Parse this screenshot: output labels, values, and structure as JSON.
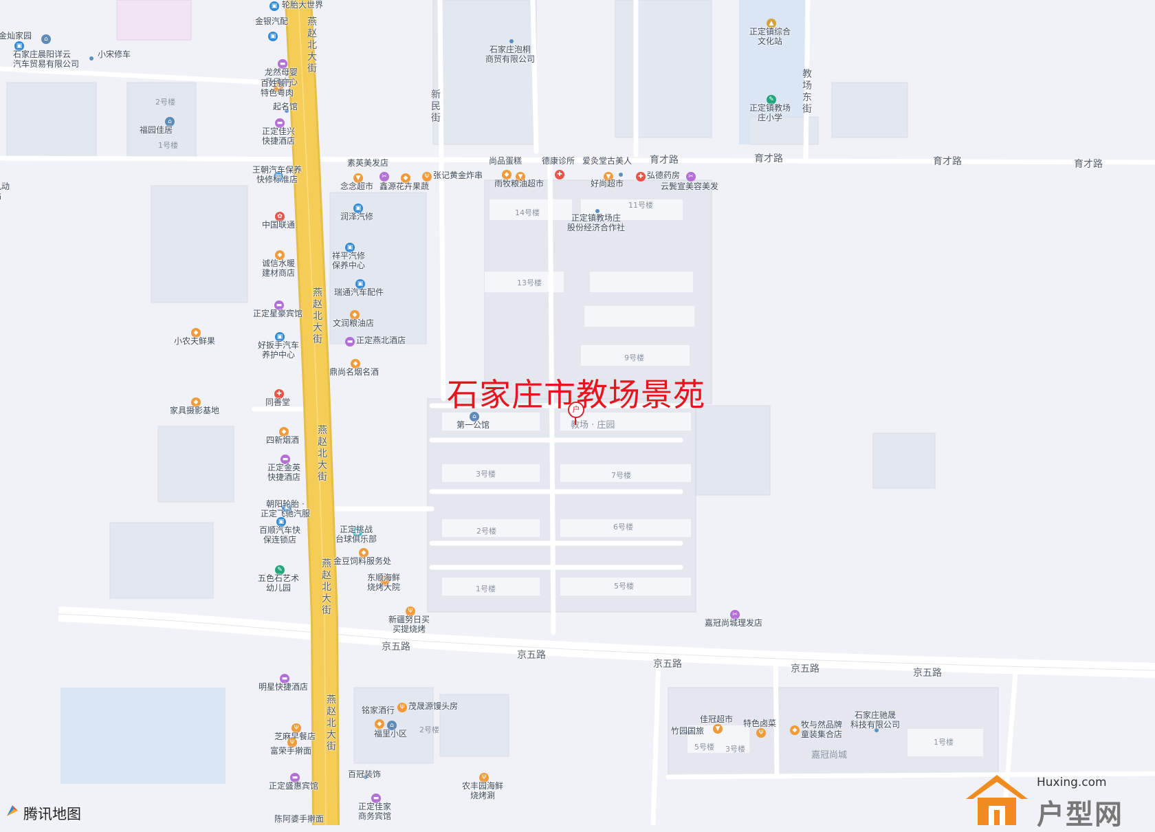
{
  "title": "石家庄市教场景苑",
  "marker": {
    "glyph": "户",
    "color": "#d0242a"
  },
  "map_provider": {
    "name": "腾讯地图"
  },
  "watermark": {
    "url": "Huxing.com",
    "brand": "户型网"
  },
  "colors": {
    "background": "#f0f2f7",
    "block": "#e3e7ef",
    "main_road": "#f5cc55",
    "water": "#dbe6f4",
    "title": "#e6141d"
  },
  "roads": {
    "horizontal": [
      "育才路",
      "育才路",
      "育才路",
      "育才路",
      "京五路",
      "京五路",
      "京五路",
      "京五路",
      "京五路"
    ],
    "vertical": [
      "燕赵北大街",
      "燕赵北大街",
      "燕赵北大街",
      "燕赵北大街",
      "燕赵北大街",
      "新民街",
      "教场东街"
    ]
  },
  "buildings": [
    "2号楼",
    "1号楼",
    "14号楼",
    "11号楼",
    "13号楼",
    "9号楼",
    "3号楼",
    "7号楼",
    "2号楼",
    "6号楼",
    "1号楼",
    "5号楼",
    "2号楼",
    "5号楼",
    "3号楼",
    "1号楼",
    "教场 · 庄园",
    "嘉冠尚城"
  ],
  "pois": [
    {
      "name": "轮胎大世界",
      "icon": "car-service-icon",
      "color": "#2f8ad8"
    },
    {
      "name": "金灿家园",
      "icon": "residence-icon",
      "color": "#5e8bb5"
    },
    {
      "name": "石家庄晨阳详云\n汽车贸易有限公司",
      "icon": "car-service-icon",
      "color": "#2f8ad8"
    },
    {
      "name": "小宋修车",
      "icon": "dot-icon",
      "color": "#5c8fc0"
    },
    {
      "name": "金银汽配",
      "icon": "car-service-icon",
      "color": "#2f8ad8"
    },
    {
      "name": "龙然母婴\n月子中心",
      "icon": "hotel-icon",
      "color": "#b36fd6"
    },
    {
      "name": "百姓餐厅\n特色粤肉",
      "icon": "restaurant-icon",
      "color": "#f29a38"
    },
    {
      "name": "起名馆",
      "icon": "dot-icon",
      "color": "#5c8fc0"
    },
    {
      "name": "福园佳居",
      "icon": "residence-icon",
      "color": "#5e8bb5"
    },
    {
      "name": "正定佳兴\n快捷酒店",
      "icon": "hotel-icon",
      "color": "#b36fd6"
    },
    {
      "name": "石家庄泡桐\n商贸有限公司",
      "icon": "dot-icon",
      "color": "#5c8fc0"
    },
    {
      "name": "正定镇综合\n文化站",
      "icon": "culture-icon",
      "color": "#d8a236"
    },
    {
      "name": "正定镇教场\n庄小学",
      "icon": "school-icon",
      "color": "#22a77c"
    },
    {
      "name": "素英美发店",
      "icon": "salon-icon",
      "color": "#b36fd6"
    },
    {
      "name": "尚品蛋糕",
      "icon": "shop-icon",
      "color": "#f29a38"
    },
    {
      "name": "德康诊所",
      "icon": "clinic-icon",
      "color": "#e8534a"
    },
    {
      "name": "爱灸堂古美人",
      "icon": "dot-icon",
      "color": "#5c8fc0"
    },
    {
      "name": "王朝汽车保养\n快修标准店",
      "icon": "car-service-icon",
      "color": "#2f8ad8"
    },
    {
      "name": "念念超市",
      "icon": "supermarket-icon",
      "color": "#f29a38"
    },
    {
      "name": "鑫源花卉果蔬",
      "icon": "shop-icon",
      "color": "#f29a38"
    },
    {
      "name": "张记黄金炸串",
      "icon": "restaurant-icon",
      "color": "#f29a38"
    },
    {
      "name": "雨牧粮油超市",
      "icon": "supermarket-icon",
      "color": "#f29a38"
    },
    {
      "name": "好尚超市",
      "icon": "supermarket-icon",
      "color": "#f29a38"
    },
    {
      "name": "弘德药房",
      "icon": "pharmacy-icon",
      "color": "#e8534a"
    },
    {
      "name": "云鬓宣美容美发",
      "icon": "salon-icon",
      "color": "#b36fd6"
    },
    {
      "name": "池机动\n务站",
      "icon": "none",
      "color": ""
    },
    {
      "name": "中国联通",
      "icon": "unicom-icon",
      "color": "#e8534a"
    },
    {
      "name": "润泽汽修",
      "icon": "car-service-icon",
      "color": "#2f8ad8"
    },
    {
      "name": "正定镇教场庄\n股份经济合作社",
      "icon": "dot-icon",
      "color": "#5c8fc0"
    },
    {
      "name": "诚信水暖\n建材商店",
      "icon": "shop-icon",
      "color": "#f29a38"
    },
    {
      "name": "祥平汽修\n保养中心",
      "icon": "car-service-icon",
      "color": "#2f8ad8"
    },
    {
      "name": "瑞通汽车配件",
      "icon": "car-service-icon",
      "color": "#2f8ad8"
    },
    {
      "name": "正定星豪宾馆",
      "icon": "hotel-icon",
      "color": "#b36fd6"
    },
    {
      "name": "文润粮油店",
      "icon": "shop-icon",
      "color": "#f29a38"
    },
    {
      "name": "小农夫鲜果",
      "icon": "shop-icon",
      "color": "#f29a38"
    },
    {
      "name": "好扳手汽车\n养护中心",
      "icon": "car-service-icon",
      "color": "#2f8ad8"
    },
    {
      "name": "正定燕北酒店",
      "icon": "hotel-icon",
      "color": "#b36fd6"
    },
    {
      "name": "鼎尚名烟名酒",
      "icon": "shop-icon",
      "color": "#f29a38"
    },
    {
      "name": "同善堂",
      "icon": "pharmacy-icon",
      "color": "#e8534a"
    },
    {
      "name": "家具摄影基地",
      "icon": "shop-icon",
      "color": "#f29a38"
    },
    {
      "name": "第一公馆",
      "icon": "residence-icon",
      "color": "#5e8bb5"
    },
    {
      "name": "四新烟酒",
      "icon": "shop-icon",
      "color": "#f29a38"
    },
    {
      "name": "正定金英\n快捷酒店",
      "icon": "hotel-icon",
      "color": "#b36fd6"
    },
    {
      "name": "朝阳轮胎 ·\n正定飞驰汽服",
      "icon": "car-service-icon",
      "color": "#2f8ad8"
    },
    {
      "name": "正定挑战\n台球俱乐部",
      "icon": "sport-icon",
      "color": "#2bb2c9"
    },
    {
      "name": "百顺汽车快\n保连锁店",
      "icon": "car-service-icon",
      "color": "#2f8ad8"
    },
    {
      "name": "金豆饲料服务处",
      "icon": "shop-icon",
      "color": "#f29a38"
    },
    {
      "name": "五色石艺术\n幼儿园",
      "icon": "school-icon",
      "color": "#22a77c"
    },
    {
      "name": "东顺海鲜\n烧烤大院",
      "icon": "restaurant-icon",
      "color": "#f29a38"
    },
    {
      "name": "新疆努日买\n买提烧烤",
      "icon": "restaurant-icon",
      "color": "#f29a38"
    },
    {
      "name": "嘉冠尚城理发店",
      "icon": "salon-icon",
      "color": "#b36fd6"
    },
    {
      "name": "明星快捷酒店",
      "icon": "hotel-icon",
      "color": "#b36fd6"
    },
    {
      "name": "茂晟源馒头房",
      "icon": "restaurant-icon",
      "color": "#f29a38"
    },
    {
      "name": "铭家酒行",
      "icon": "shop-icon",
      "color": "#f29a38"
    },
    {
      "name": "芝麻早餐店",
      "icon": "restaurant-icon",
      "color": "#f29a38"
    },
    {
      "name": "富荣手擀面",
      "icon": "restaurant-icon",
      "color": "#f29a38"
    },
    {
      "name": "福里小区",
      "icon": "residence-icon",
      "color": "#5e8bb5"
    },
    {
      "name": "佳冠超市",
      "icon": "supermarket-icon",
      "color": "#f29a38"
    },
    {
      "name": "特色卤菜",
      "icon": "restaurant-icon",
      "color": "#f29a38"
    },
    {
      "name": "竹园国旅",
      "icon": "dot-icon",
      "color": "#5c8fc0"
    },
    {
      "name": "牧与然品牌\n童装集合店",
      "icon": "shop-icon",
      "color": "#f29a38"
    },
    {
      "name": "石家庄驰晟\n科技有限公司",
      "icon": "dot-icon",
      "color": "#5c8fc0"
    },
    {
      "name": "百冠装饰",
      "icon": "dot-icon",
      "color": "#5c8fc0"
    },
    {
      "name": "正定盛惠宾馆",
      "icon": "hotel-icon",
      "color": "#b36fd6"
    },
    {
      "name": "正定佳家\n商务宾馆",
      "icon": "hotel-icon",
      "color": "#b36fd6"
    },
    {
      "name": "农丰园海鲜\n烧烤涮",
      "icon": "restaurant-icon",
      "color": "#f29a38"
    },
    {
      "name": "陈阿婆手擀面",
      "icon": "none",
      "color": ""
    }
  ]
}
